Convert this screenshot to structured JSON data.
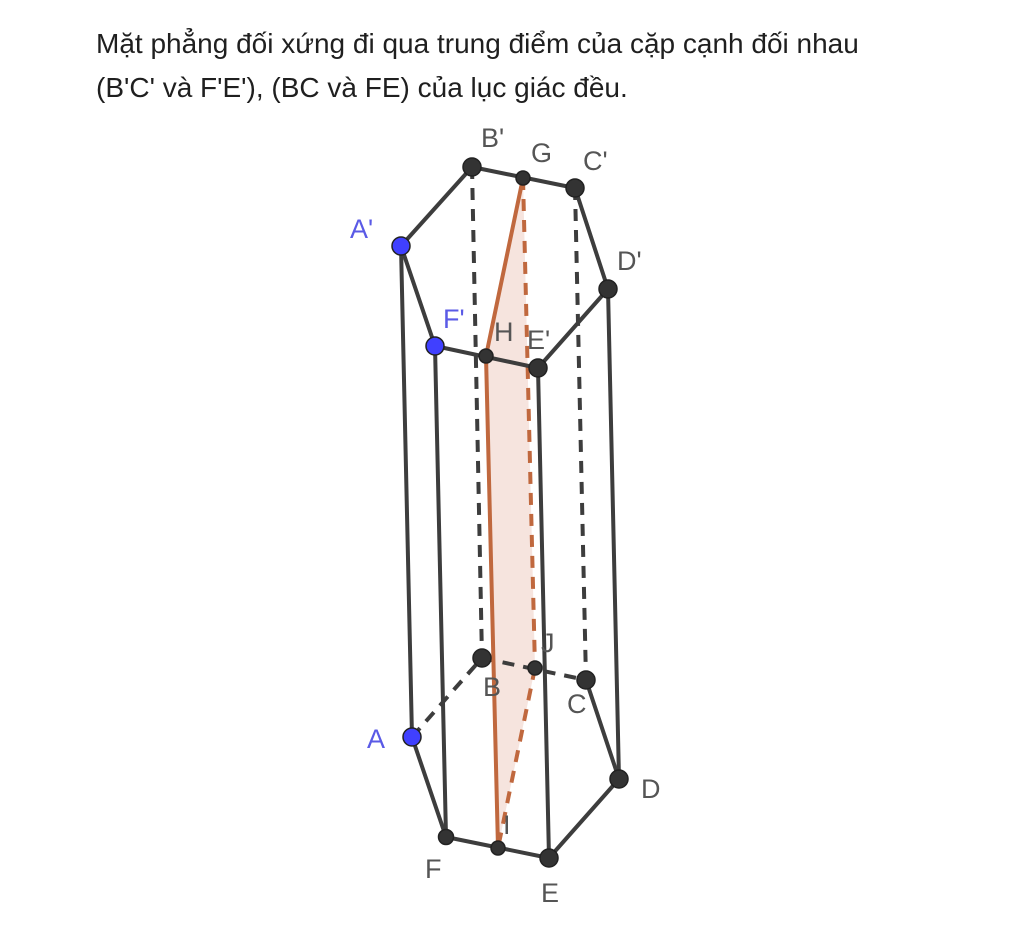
{
  "caption": {
    "line1": "Mặt phẳng đối xứng đi qua trung điểm của cặp cạnh đối nhau",
    "line2": "(B'C' và F'E'), (BC và FE) của lục giác đều."
  },
  "colors": {
    "edge": "#3d3d3d",
    "point_dark": "#333333",
    "point_blue": "#4040ff",
    "label_dark": "#555555",
    "label_blue": "#5a5ae6",
    "plane_fill": "#f6e4de",
    "plane_edge": "#c0683e"
  },
  "points": {
    "A1": "A'",
    "B1": "B'",
    "C1": "C'",
    "D1": "D'",
    "E1": "E'",
    "F1": "F'",
    "G": "G",
    "H": "H",
    "A": "A",
    "B": "B",
    "C": "C",
    "D": "D",
    "E": "E",
    "F": "F",
    "I": "I",
    "J": "J"
  }
}
